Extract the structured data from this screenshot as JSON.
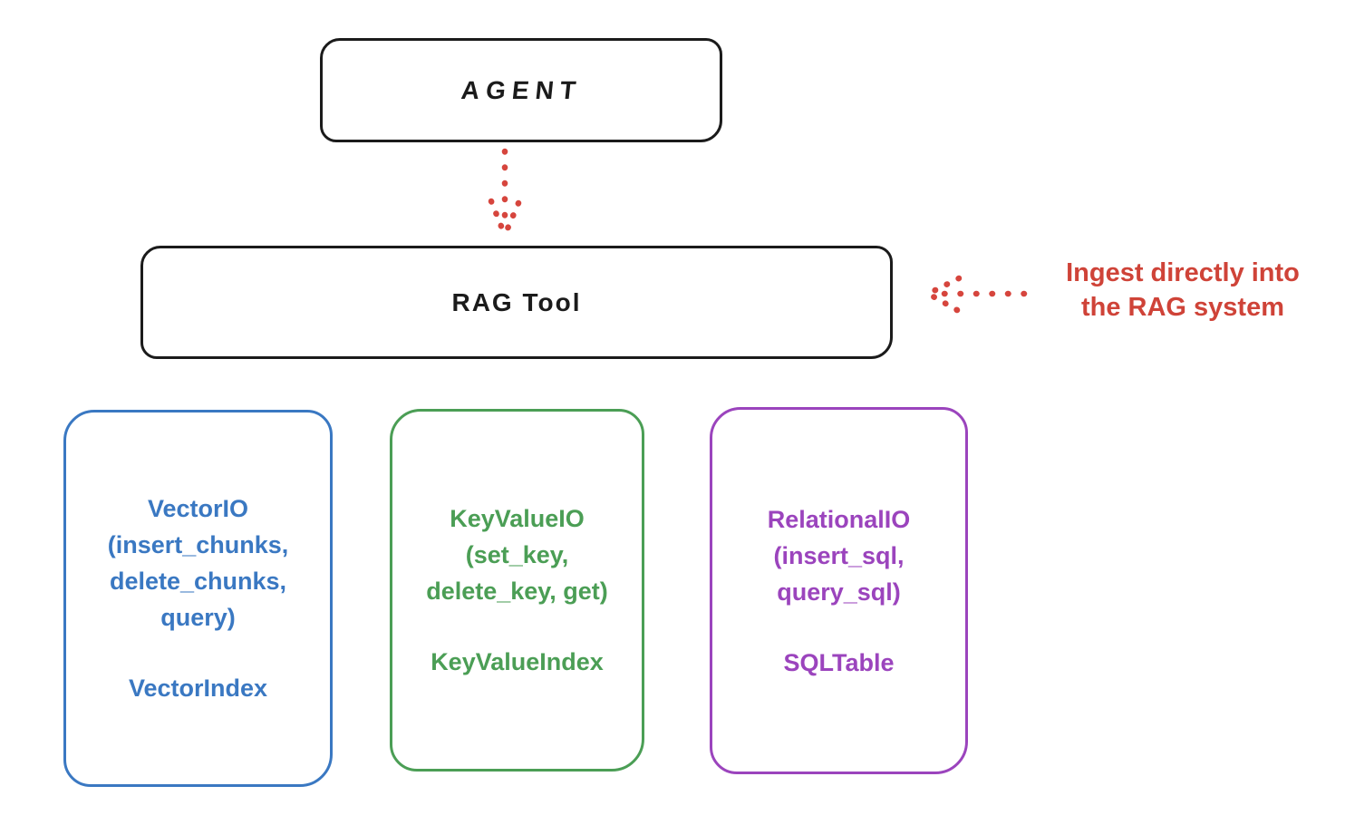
{
  "diagram": {
    "agent": {
      "label": "AGENT"
    },
    "rag_tool": {
      "label": "RAG Tool"
    },
    "annotation": {
      "line1": "Ingest directly into",
      "line2": "the RAG system"
    },
    "boxes": [
      {
        "id": "vector-io",
        "lines": [
          "VectorIO",
          "(insert_chunks,",
          "delete_chunks,",
          "query)"
        ],
        "footer": "VectorIndex",
        "color": "#3a78c2"
      },
      {
        "id": "keyvalue-io",
        "lines": [
          "KeyValueIO",
          "(set_key,",
          "delete_key, get)"
        ],
        "footer": "KeyValueIndex",
        "color": "#4b9e55"
      },
      {
        "id": "relational-io",
        "lines": [
          "RelationalIO",
          "(insert_sql,",
          "query_sql)"
        ],
        "footer": "SQLTable",
        "color": "#9b44bd"
      }
    ],
    "colors": {
      "stroke_black": "#1b1b1b",
      "accent_red": "#cf4338",
      "blue": "#3a78c2",
      "green": "#4b9e55",
      "purple": "#9b44bd",
      "background": "#ffffff"
    }
  }
}
